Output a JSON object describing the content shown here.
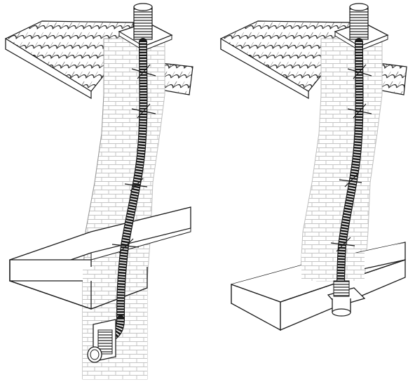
{
  "figure": {
    "panels": [
      {
        "id": "left",
        "variant": "flexible-liner-with-side-wall-connector"
      },
      {
        "id": "right",
        "variant": "flexible-liner-with-bottom-floor-connector"
      }
    ],
    "colors": {
      "line": "#1a1a1a",
      "brick_mortar": "#d9d9d9",
      "brick_face": "#ffffff",
      "slab_fill": "#ffffff",
      "pipe_fill": "#ffffff"
    },
    "icons": [
      "roof-tiles-icon",
      "chimney-icon",
      "flexible-pipe-icon",
      "terminal-cap-icon",
      "floor-slab-icon",
      "wall-connector-icon",
      "pipe-bracket-icon"
    ]
  }
}
